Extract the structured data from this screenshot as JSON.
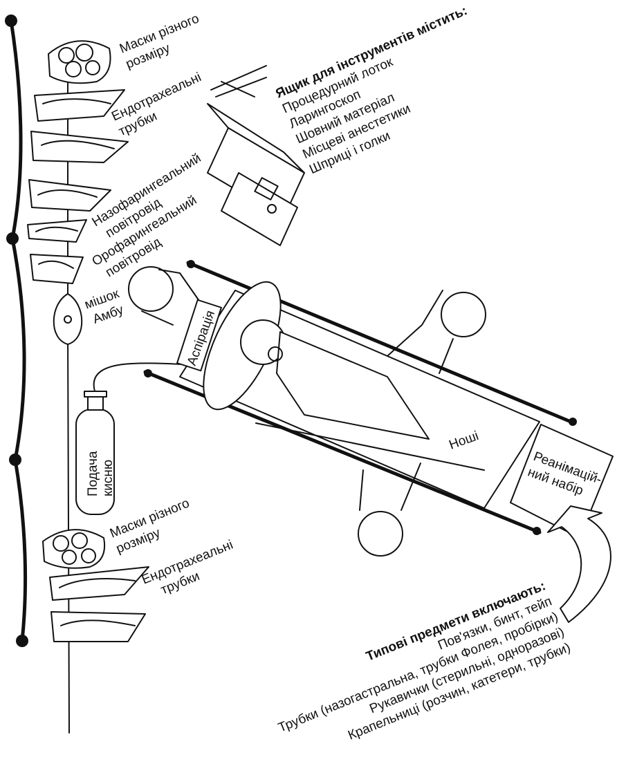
{
  "labels": {
    "masks_top": [
      "Маски різного",
      "розміру"
    ],
    "et_tubes_top": [
      "Ендотрахеальні",
      "трубки"
    ],
    "nasopharyngeal": [
      "Назофарингеальний",
      "повітровід"
    ],
    "oropharyngeal": [
      "Орофарингеальний",
      "повітровід"
    ],
    "ambu_bag": [
      "мішок",
      "Амбу"
    ],
    "oxygen_supply": [
      "Подача",
      "кисню"
    ],
    "masks_bottom": [
      "Маски різного",
      "розміру"
    ],
    "et_tubes_bottom": [
      "Ендотрахеальні",
      "трубки"
    ],
    "suction": "Аспірація",
    "stretcher": "Ноші",
    "resus_kit": [
      "Реанімацій-",
      "ний набір"
    ]
  },
  "toolbox": {
    "title": "Ящик для інструментів містить:",
    "items": [
      "Процедурний лоток",
      "Ларингоскоп",
      "Шовний матеріал",
      "Місцеві анестетики",
      "Шприці і голки"
    ]
  },
  "typical": {
    "title": "Типові предмети включають:",
    "items": [
      "Пов'язки, бинт, тейп",
      "Трубки (назогастральна, трубки Фолея, пробірки)",
      "Рукавички (стерильні, одноразові)",
      "Крапельниці (розчин, катетери, трубки)"
    ]
  },
  "colors": {
    "ink": "#111111",
    "paper": "#ffffff"
  }
}
